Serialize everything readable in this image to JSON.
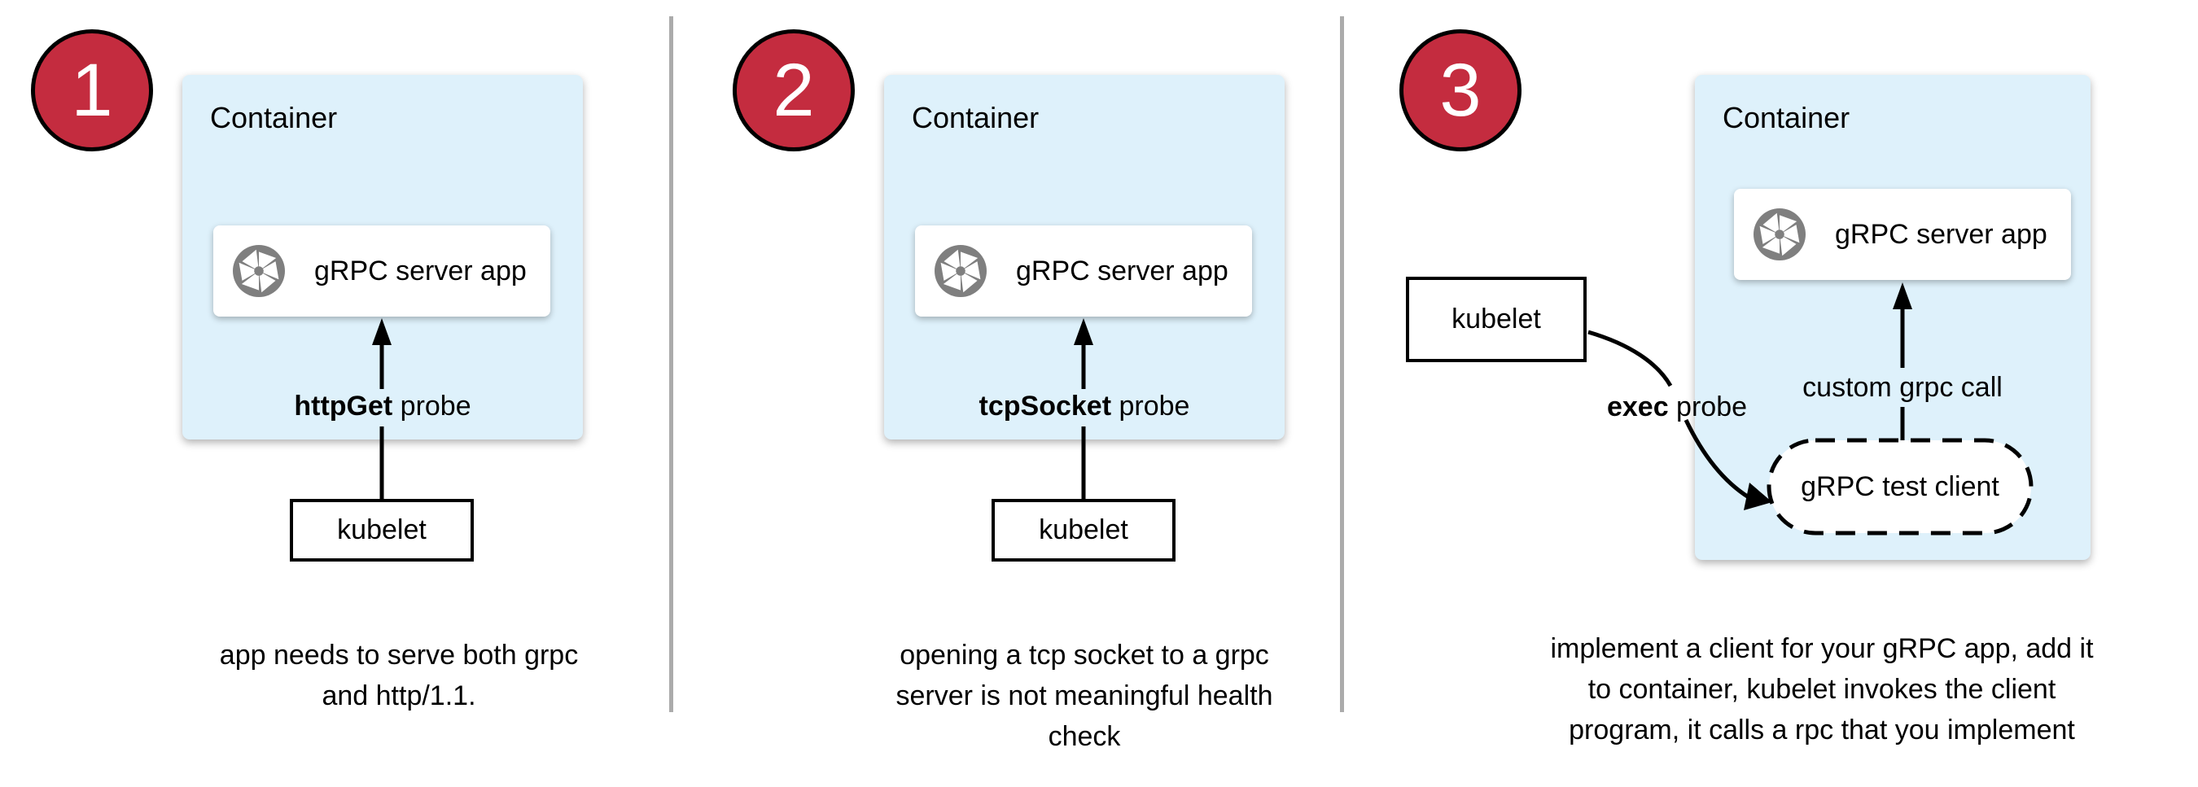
{
  "colors": {
    "container_fill": "#def1fb",
    "badge_red": "#c42c3f",
    "divider_gray": "#ababab",
    "icon_gray": "#7f7f7f",
    "line_black": "#000000"
  },
  "panels": [
    {
      "number": "1",
      "container_label": "Container",
      "app_box": {
        "icon": "aperture-icon",
        "label": "gRPC server app"
      },
      "probe": {
        "bold": "httpGet",
        "rest": " probe"
      },
      "kubelet_label": "kubelet",
      "caption_lines": [
        "app needs to serve both grpc",
        "and http/1.1."
      ]
    },
    {
      "number": "2",
      "container_label": "Container",
      "app_box": {
        "icon": "aperture-icon",
        "label": "gRPC server app"
      },
      "probe": {
        "bold": "tcpSocket",
        "rest": " probe"
      },
      "kubelet_label": "kubelet",
      "caption_lines": [
        "opening a tcp socket to a grpc",
        "server is not meaningful health",
        "check"
      ]
    },
    {
      "number": "3",
      "container_label": "Container",
      "app_box": {
        "icon": "aperture-icon",
        "label": "gRPC server app"
      },
      "probe": {
        "bold": "exec",
        "rest": " probe"
      },
      "call_label": "custom grpc call",
      "test_client_label": "gRPC test client",
      "kubelet_label": "kubelet",
      "caption_lines": [
        "implement a client for your gRPC app, add it",
        "to container, kubelet invokes the client",
        "program, it calls a rpc that you implement"
      ]
    }
  ]
}
